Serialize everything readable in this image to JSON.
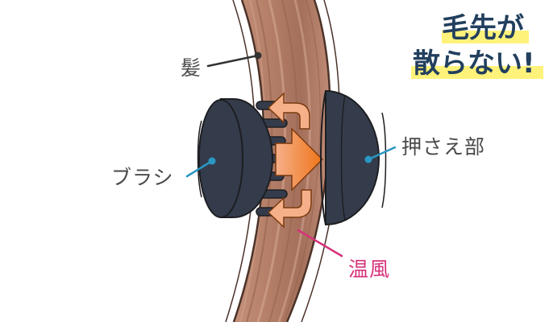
{
  "headline": {
    "line1": "毛先が",
    "line2": "散らない!"
  },
  "labels": {
    "hair": "髪",
    "brush": "ブラシ",
    "presser": "押さえ部",
    "warm_air": "温風"
  },
  "colors": {
    "hair_main": "#b57f68",
    "hair_dark": "#8f5f4c",
    "hair_light": "#d4a692",
    "device": "#343c4b",
    "outline": "#1e1e22",
    "arrow_orange": "#f07f21",
    "arrow_peach": "#f6b089",
    "leader_blue": "#2a97c3",
    "leader_pink": "#d6317a",
    "headline_navy": "#223f5e",
    "headline_marker": "#fff27a"
  },
  "icons": [
    "brush-icon",
    "presser-icon",
    "warm-air-arrow-icon"
  ]
}
